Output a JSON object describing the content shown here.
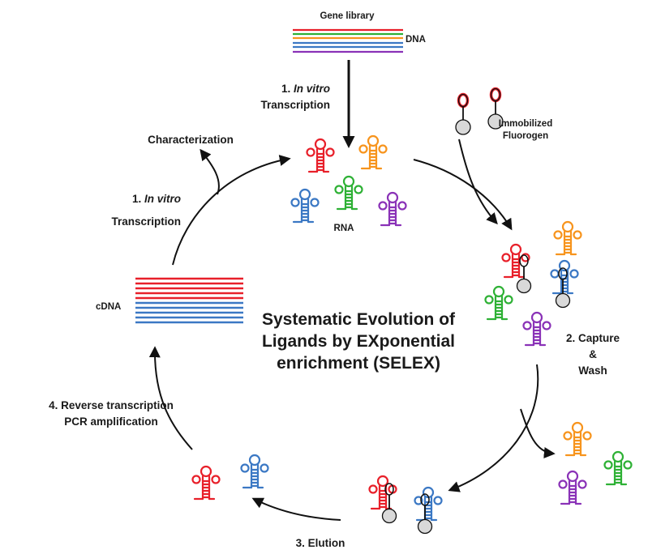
{
  "title_lines": [
    "Systematic Evolution of",
    "Ligands by EXponential",
    "enrichment (SELEX)"
  ],
  "gene_library": {
    "label": "Gene library",
    "dna_label": "DNA"
  },
  "step1_top": {
    "num": "1. ",
    "italic": "In vitro",
    "second": "Transcription"
  },
  "step1_left": {
    "num": "1. ",
    "italic": "In vitro",
    "second": "Transcription"
  },
  "characterization": "Characterization",
  "rna_label": "RNA",
  "immobilized": [
    "Immobilized",
    "Fluorogen"
  ],
  "capture": [
    "2. Capture",
    "&",
    "Wash"
  ],
  "elution": "3. Elution",
  "reverse": [
    "4. Reverse transcription",
    "PCR amplification"
  ],
  "cdna_label": "cDNA",
  "colors": {
    "red": "#e8202a",
    "orange": "#f7941d",
    "green": "#2eb135",
    "blue": "#3b78c4",
    "purple": "#8a32b7",
    "bead": "#d9d9d9",
    "ink": "#111111"
  }
}
